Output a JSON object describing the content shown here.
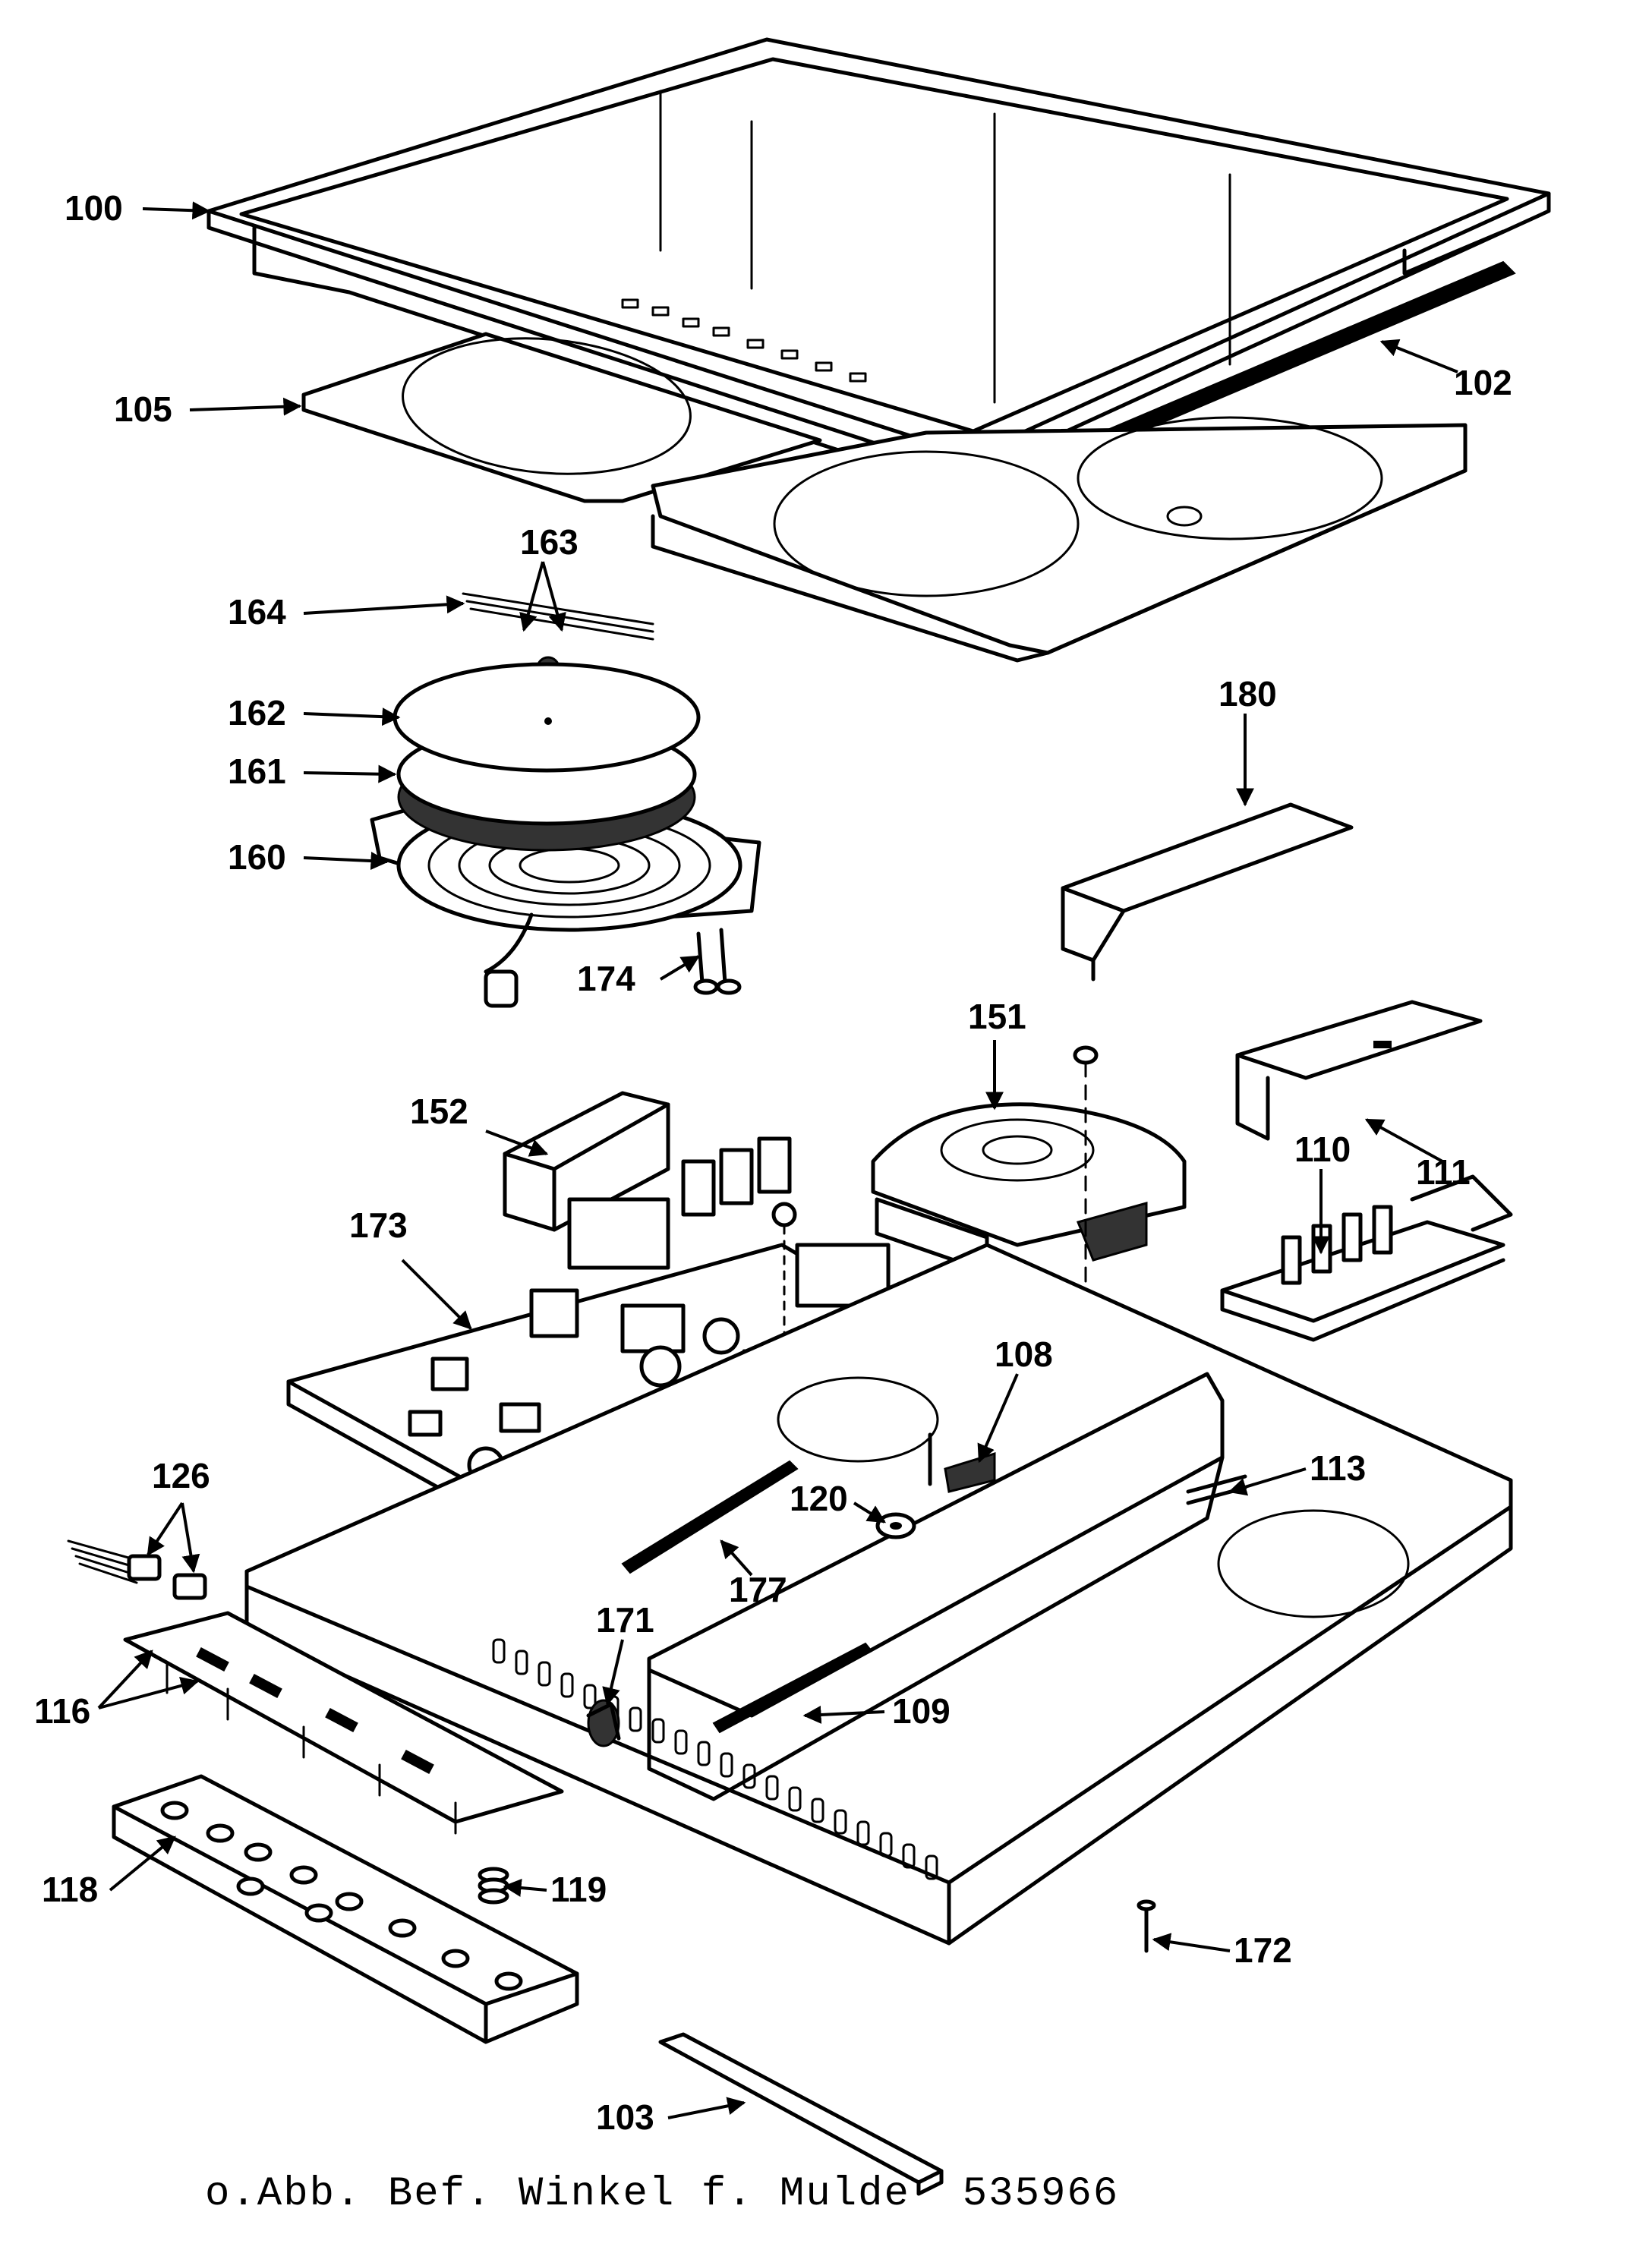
{
  "callouts": {
    "c100": "100",
    "c102": "102",
    "c103": "103",
    "c105": "105",
    "c108": "108",
    "c109": "109",
    "c110": "110",
    "c111": "111",
    "c113": "113",
    "c116": "116",
    "c118": "118",
    "c119": "119",
    "c120": "120",
    "c126": "126",
    "c151": "151",
    "c152": "152",
    "c160": "160",
    "c161": "161",
    "c162": "162",
    "c163": "163",
    "c164": "164",
    "c171": "171",
    "c172": "172",
    "c173": "173",
    "c174": "174",
    "c177": "177",
    "c180": "180"
  },
  "caption": "o.Abb. Bef. Winkel f. Mulde  535966"
}
